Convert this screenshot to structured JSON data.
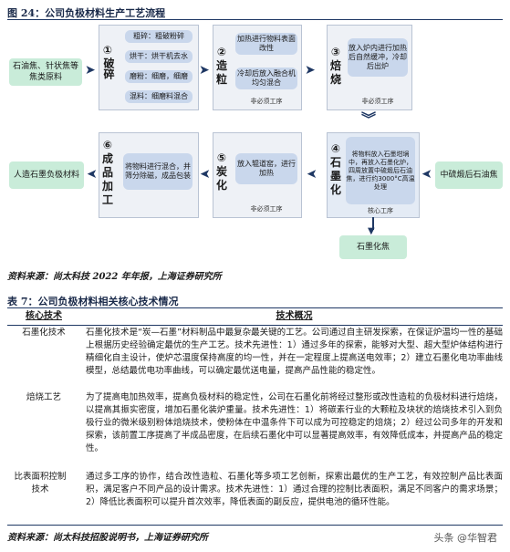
{
  "figure_caption": "图 24：公司负极材料生产工艺流程",
  "inputs": {
    "raw": "石油焦、针状焦等焦类原料",
    "coke": "中硫煅后石油焦",
    "output": "人造石墨负极材料",
    "graphitized": "石墨化焦"
  },
  "stages": {
    "s1": {
      "num": "①",
      "name": "破碎",
      "steps": [
        "粗碎：粗破粉碎",
        "烘干：烘干机去水",
        "磨粉：细磨，细磨",
        "混料：细磨料混合"
      ]
    },
    "s2": {
      "num": "②",
      "name": "造粒",
      "steps": [
        "加热进行物料表面改性",
        "冷却后放入融合机均匀混合"
      ],
      "note": "非必须工序"
    },
    "s3": {
      "num": "③",
      "name": "焙烧",
      "steps": [
        "放入炉内进行加热后自然缓冲，冷却后出炉"
      ],
      "note": "非必须工序"
    },
    "s4": {
      "num": "④",
      "name": "石墨化",
      "steps": [
        "将物料放入石墨坩埚中，再放入石墨化炉，四周放置中硫煅后石油焦，进行约3000°C高温处理"
      ],
      "note": "核心工序"
    },
    "s5": {
      "num": "⑤",
      "name": "炭化",
      "steps": [
        "放入辊道窑，进行加热"
      ],
      "note": "非必须工序"
    },
    "s6": {
      "num": "⑥",
      "name": "成品加工",
      "steps": [
        "将物料进行混合，并筛分除磁，成品包装"
      ]
    }
  },
  "figure_source": "资料来源：尚太科技 2022 年年报，上海证券研究所",
  "table_caption": "表 7：公司负极材料相关核心技术情况",
  "table": {
    "col1": "核心技术",
    "col2": "技术概况",
    "rows": [
      {
        "name": "石墨化技术",
        "desc": "石墨化技术是“炭—石墨”材料制品中最复杂最关键的工艺。公司通过自主研发探索，在保证炉温均一性的基础上根据历史经验确定最优的生产工艺。技术先进性：1）通过多年的探索，能够对大型、超大型炉体结构进行精细化自主设计，使炉芯温度保持高度的均一性，并在一定程度上提高送电效率；2）建立石墨化电功率曲线模型，总结最优电功率曲线，可以确定最优送电量，提高产品性能的稳定性。"
      },
      {
        "name": "焙烧工艺",
        "desc": "为了提高电加热效率，提高负极材料的稳定性，公司在石墨化前将经过整形或改性造粒的负极材料进行焙烧，以提高其振实密度，增加石墨化装炉重量。技术先进性：1）将碳素行业的大颗粒及块状的焙烧技术引入到负极行业的微米级别粉体焙烧技术，使粉体在中温条件下可以成为可控稳定的焙烧；2）经过公司多年的开发和探索，该前置工序提高了半成品密度，在后续石墨化中可以显著提高效率，有效降低成本，并提高产品的稳定性。"
      },
      {
        "name": "比表面积控制技术",
        "desc": "通过多工序的协作，结合改性造粒、石墨化等多项工艺创新，探索出最优的生产工艺，有效控制产品比表面积，满足客户不同产品的设计需求。技术先进性：1）通过合理的控制比表面积，满足不同客户的需求场景；2）降低比表面积可以提升首次效率，降低表面的副反应，提供电池的循环性能。"
      }
    ]
  },
  "table_source_a": "资料来源：尚太科技招股说明书，",
  "table_source_b": "上海证券研究所",
  "watermark": "头条 @华智君"
}
